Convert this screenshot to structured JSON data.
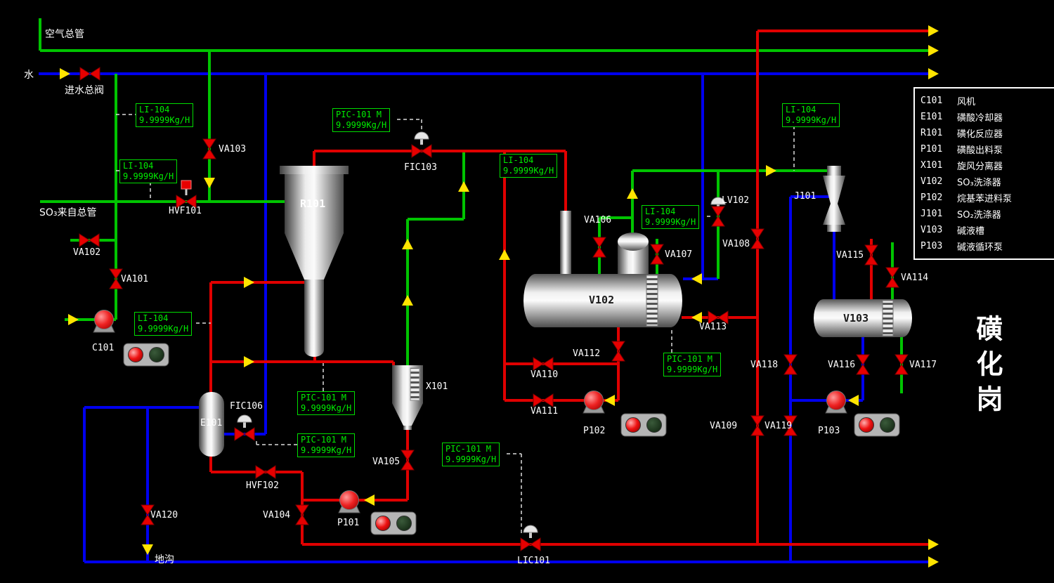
{
  "station_title": "磺化岗",
  "annotations": {
    "air_main": "空气总管",
    "water": "水",
    "water_inlet_valve": "进水总阀",
    "so3_main": "SO₃来自总管",
    "ditch": "地沟"
  },
  "equipment_labels": {
    "c101": "C101",
    "r101": "R101",
    "e101": "E101",
    "x101": "X101",
    "p101": "P101",
    "p102": "P102",
    "p103": "P103",
    "v102": "V102",
    "v103": "V103",
    "j101": "J101"
  },
  "valve_labels": {
    "va101": "VA101",
    "va102": "VA102",
    "va103": "VA103",
    "va104": "VA104",
    "va105": "VA105",
    "va106": "VA106",
    "va107": "VA107",
    "va108": "VA108",
    "va109": "VA109",
    "va110": "VA110",
    "va111": "VA111",
    "va112": "VA112",
    "va113": "VA113",
    "va114": "VA114",
    "va115": "VA115",
    "va116": "VA116",
    "va117": "VA117",
    "va118": "VA118",
    "va119": "VA119",
    "va120": "VA120",
    "hvf101": "HVF101",
    "hvf102": "HVF102",
    "fic103": "FIC103",
    "fic106": "FIC106",
    "lic101": "LIC101",
    "lv102": "LV102"
  },
  "instrument_boxes": [
    {
      "tag": "LI-104",
      "value": "9.9999Kg/H"
    },
    {
      "tag": "LI-104",
      "value": "9.9999Kg/H"
    },
    {
      "tag": "PIC-101 M",
      "value": "9.9999Kg/H"
    },
    {
      "tag": "LI-104",
      "value": "9.9999Kg/H"
    },
    {
      "tag": "LI-104",
      "value": "9.9999Kg/H"
    },
    {
      "tag": "LI-104",
      "value": "9.9999Kg/H"
    },
    {
      "tag": "LI-104",
      "value": "9.9999Kg/H"
    },
    {
      "tag": "PIC-101 M",
      "value": "9.9999Kg/H"
    },
    {
      "tag": "PIC-101 M",
      "value": "9.9999Kg/H"
    },
    {
      "tag": "PIC-101 M",
      "value": "9.9999Kg/H"
    },
    {
      "tag": "PIC-101 M",
      "value": "9.9999Kg/H"
    }
  ],
  "legend": {
    "rows": [
      {
        "code": "C101",
        "name": "风机"
      },
      {
        "code": "E101",
        "name": "磺酸冷却器"
      },
      {
        "code": "R101",
        "name": "磺化反应器"
      },
      {
        "code": "P101",
        "name": "磺酸出料泵"
      },
      {
        "code": "X101",
        "name": "旋风分离器"
      },
      {
        "code": "V102",
        "name": "SO₃洗涤器"
      },
      {
        "code": "P102",
        "name": "烷基苯进料泵"
      },
      {
        "code": "J101",
        "name": "SO₂洗涤器"
      },
      {
        "code": "V103",
        "name": "碱液槽"
      },
      {
        "code": "P103",
        "name": "碱液循环泵"
      }
    ]
  },
  "colors": {
    "pipe_green": "#00c400",
    "pipe_red": "#e00000",
    "pipe_blue": "#0000ee",
    "arrow_yellow": "#ffe400",
    "instrument_green": "#00ee00"
  }
}
